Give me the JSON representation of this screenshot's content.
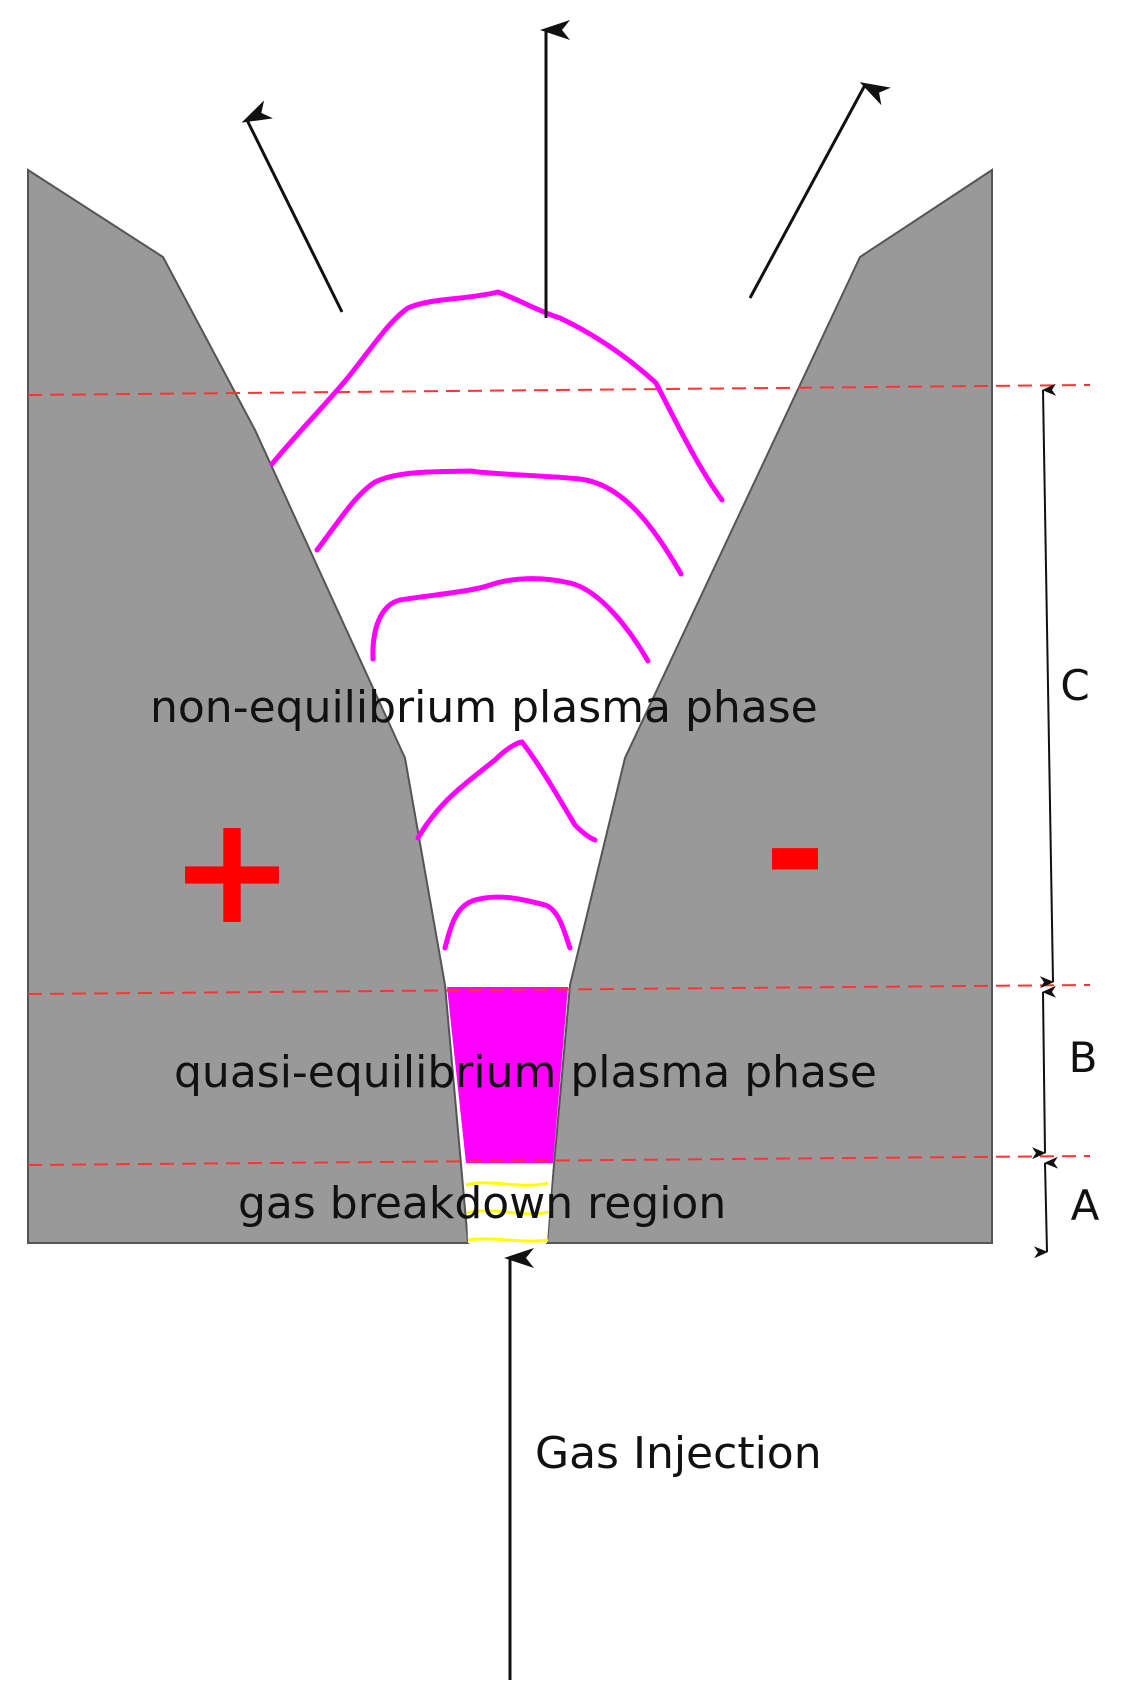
{
  "labels": {
    "non_equilibrium": "non-equilibrium plasma phase",
    "quasi_equilibrium": "quasi-equilibrium plasma phase",
    "gas_breakdown": "gas breakdown region",
    "gas_injection": "Gas Injection",
    "positive_sign": "+",
    "negative_sign": "-",
    "zone_c": "C",
    "zone_b": "B",
    "zone_a": "A"
  },
  "colors": {
    "electrode": "#999999",
    "plasma": "#ff00ff",
    "boundary": "#ff3333",
    "polarity": "#ff0000",
    "breakdown": "#ffff00",
    "ink": "#111111"
  }
}
